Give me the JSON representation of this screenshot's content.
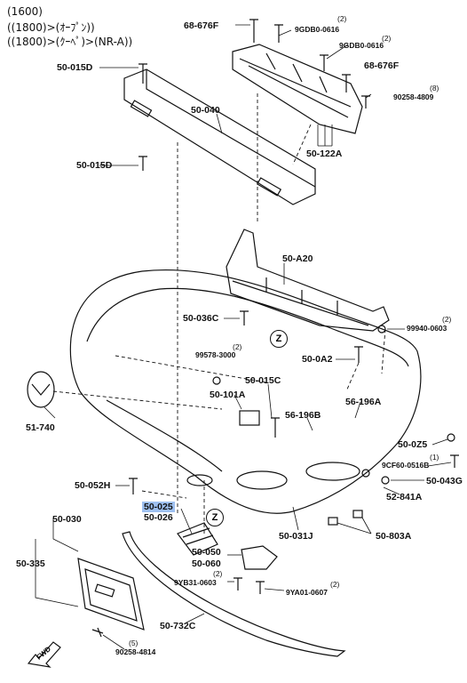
{
  "header": {
    "line1": "(1600)",
    "line2": "((1800)>(ｵｰﾌﾟﾝ))",
    "line3": "((1800)>(ｸｰﾍﾟ)>(NR-A))"
  },
  "parts": {
    "p68_676F_top": "68-676F",
    "p9GDB0_a": "9GDB0-0616",
    "p9GDB0_a_qty": "(2)",
    "p9GDB0_b": "9GDB0-0616",
    "p9GDB0_b_qty": "(2)",
    "p68_676F_right": "68-676F",
    "p90258_4809": "90258-4809",
    "p90258_4809_qty": "(8)",
    "p50_122A": "50-122A",
    "p50_015D_top": "50-015D",
    "p50_040": "50-040",
    "p50_015D_bottom": "50-015D",
    "p50_A20": "50-A20",
    "p50_036C": "50-036C",
    "p99940_0603": "99940-0603",
    "p99940_0603_qty": "(2)",
    "p99578_3000": "99578-3000",
    "p99578_3000_qty": "(2)",
    "p50_015C": "50-015C",
    "p50_0A2": "50-0A2",
    "p56_196A": "56-196A",
    "p50_101A": "50-101A",
    "p56_196B": "56-196B",
    "p51_740": "51-740",
    "p50_0Z5": "50-0Z5",
    "p9CF60": "9CF60-0516B",
    "p9CF60_qty": "(1)",
    "p50_043G": "50-043G",
    "p50_052H": "50-052H",
    "p52_841A": "52-841A",
    "p50_025": "50-025",
    "p50_026": "50-026",
    "p50_031J": "50-031J",
    "p50_803A": "50-803A",
    "p50_030": "50-030",
    "p50_335": "50-335",
    "p50_050": "50-050",
    "p50_060": "50-060",
    "p9YB31": "9YB31-0603",
    "p9YB31_qty": "(2)",
    "p9YA01": "9YA01-0607",
    "p9YA01_qty": "(2)",
    "p50_732C": "50-732C",
    "p90258_4814": "90258-4814",
    "p90258_4814_qty": "(5)"
  },
  "markers": {
    "z1": "Z",
    "z2": "Z",
    "fwd": "FWD"
  }
}
